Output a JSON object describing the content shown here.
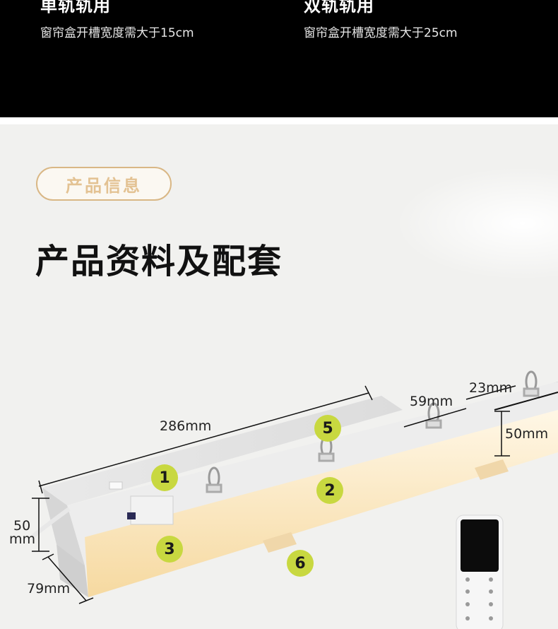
{
  "header": {
    "left": {
      "title": "单轨轨用",
      "desc": "窗帘盒开槽宽度需大于15cm"
    },
    "right": {
      "title": "双轨轨用",
      "desc": "窗帘盒开槽宽度需大于25cm"
    }
  },
  "section": {
    "pill": "产品信息",
    "title": "产品资料及配套"
  },
  "dimensions": {
    "length": "286mm",
    "height_value": "50",
    "height_unit": "mm",
    "depth": "79mm",
    "track_width": "59mm",
    "track_gap": "23mm",
    "track_height": "50mm"
  },
  "badges": [
    "1",
    "2",
    "3",
    "5",
    "6"
  ],
  "colors": {
    "accent": "#c8d840",
    "pill_border": "#d9b785",
    "pill_text": "#e3c293"
  }
}
